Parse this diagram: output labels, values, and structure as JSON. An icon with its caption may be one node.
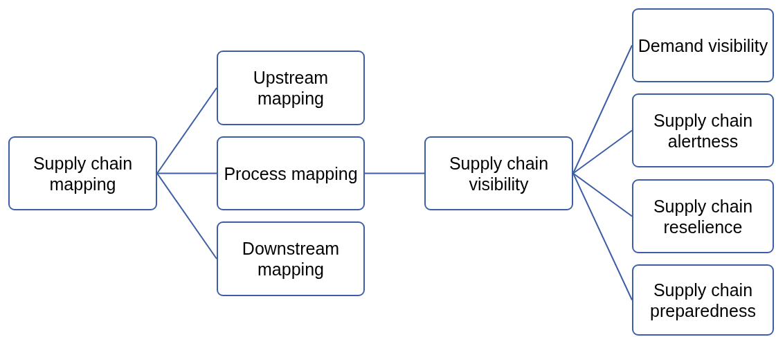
{
  "diagram": {
    "nodes": [
      {
        "text": [
          "Supply chain mapping"
        ]
      },
      {
        "text": [
          "Upstream mapping"
        ]
      },
      {
        "text": [
          "Process mapping"
        ]
      },
      {
        "text": [
          "Downstream mapping"
        ]
      },
      {
        "text": [
          "Supply chain visibility"
        ]
      },
      {
        "text": [
          "Demand visibility"
        ]
      },
      {
        "text": [
          "Supply chain alertness"
        ]
      },
      {
        "text": [
          "Supply chain reselience"
        ]
      },
      {
        "text": [
          "Supply chain preparedness"
        ]
      }
    ],
    "edges": [
      {
        "from": 0,
        "to": 1,
        "arrow": "none"
      },
      {
        "from": 0,
        "to": 2,
        "arrow": "none"
      },
      {
        "from": 0,
        "to": 3,
        "arrow": "none"
      },
      {
        "from": 2,
        "to": 4,
        "arrow": "none"
      },
      {
        "from": 4,
        "to": 5,
        "arrow": "none"
      },
      {
        "from": 4,
        "to": 6,
        "arrow": "none"
      },
      {
        "from": 4,
        "to": 7,
        "arrow": "none"
      },
      {
        "from": 4,
        "to": 8,
        "arrow": "none"
      }
    ]
  }
}
